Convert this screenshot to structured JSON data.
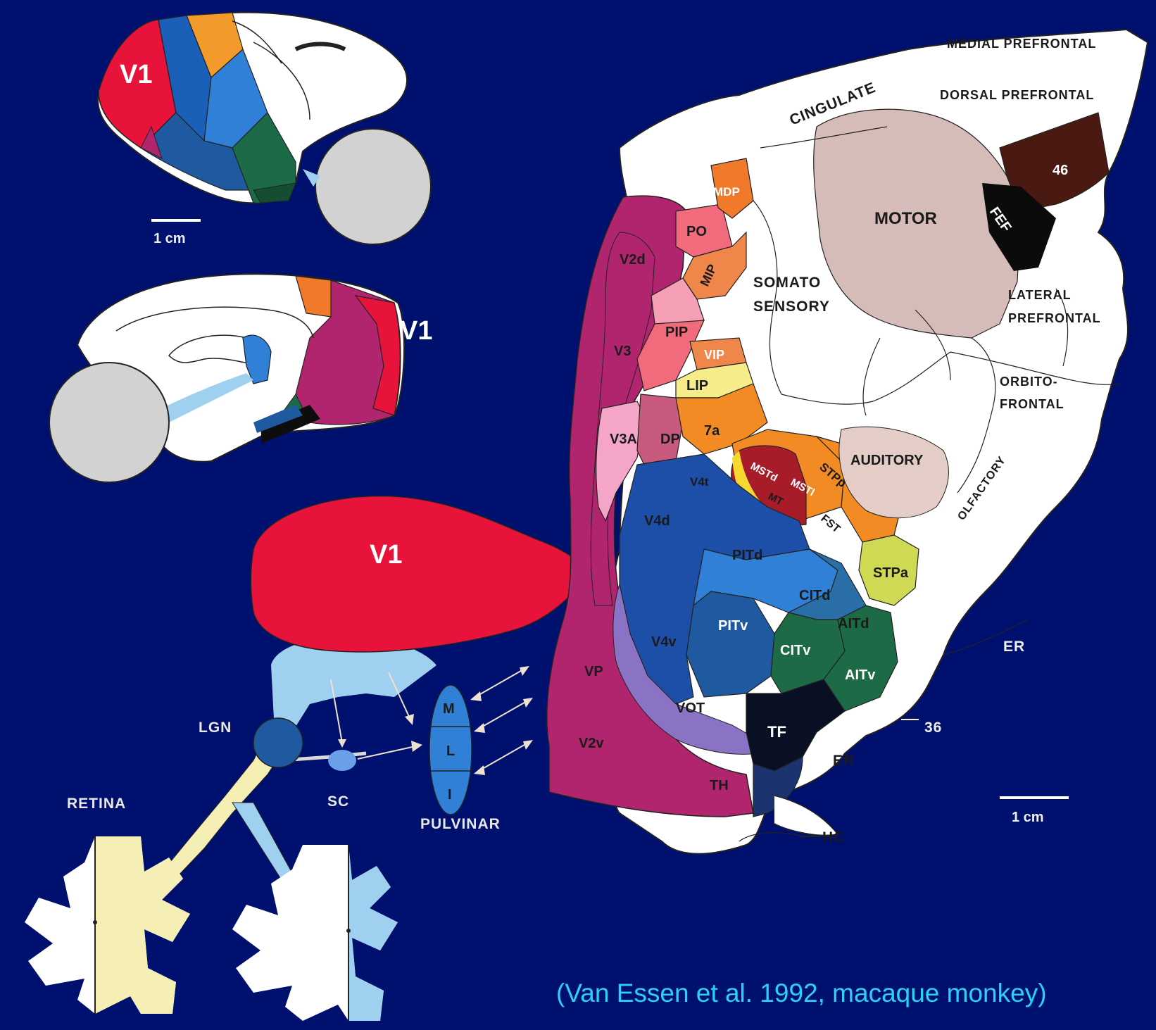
{
  "colors": {
    "background": "#00106f",
    "v1": "#e8133a",
    "v2_band": "#b0256e",
    "v4_blue": "#1d4fa8",
    "caption": "#2ad1f3"
  },
  "inset_brains": {
    "lateral_v1_label": "V1",
    "medial_v1_label": "V1",
    "scale_label": "1 cm"
  },
  "pathway": {
    "v1_label": "V1",
    "lgn_label": "LGN",
    "sc_label": "SC",
    "retina_label": "RETINA",
    "pulvinar_label": "PULVINAR",
    "pulvinar_subdivisions": [
      "M",
      "L",
      "I"
    ]
  },
  "flatmap": {
    "regions": {
      "v2d": "V2d",
      "v3": "V3",
      "v3a": "V3A",
      "dp": "DP",
      "vp": "VP",
      "v2v": "V2v",
      "po": "PO",
      "mdp": "MDP",
      "mip": "MIP",
      "pip": "PIP",
      "vip": "VIP",
      "lip": "LIP",
      "a7": "7a",
      "v4t": "V4t",
      "v4d": "V4d",
      "v4v": "V4v",
      "vot": "VOT",
      "mstd": "MSTd",
      "mstl": "MSTl",
      "mt": "MT",
      "fst": "FST",
      "stpp": "STPp",
      "stpa": "STPa",
      "pitd": "PITd",
      "pitv": "PITv",
      "citd": "CITd",
      "citv": "CITv",
      "aitd": "AITd",
      "aitv": "AITv",
      "tf": "TF",
      "th": "TH",
      "motor": "MOTOR",
      "fef": "FEF",
      "a46": "46",
      "auditory": "AUDITORY",
      "somato1": "SOMATO",
      "somato2": "SENSORY",
      "cingulate": "CINGULATE",
      "medial_prefrontal": "MEDIAL PREFRONTAL",
      "dorsal_prefrontal": "DORSAL PREFRONTAL",
      "lateral_prefrontal1": "LATERAL",
      "lateral_prefrontal2": "PREFRONTAL",
      "orbito1": "ORBITO-",
      "orbito2": "FRONTAL",
      "olfactory": "OLFACTORY",
      "er1": "ER",
      "er2": "ER",
      "a36": "36",
      "hc": "HC"
    },
    "scale_label": "1 cm"
  },
  "caption": "(Van Essen et al. 1992, macaque monkey)"
}
